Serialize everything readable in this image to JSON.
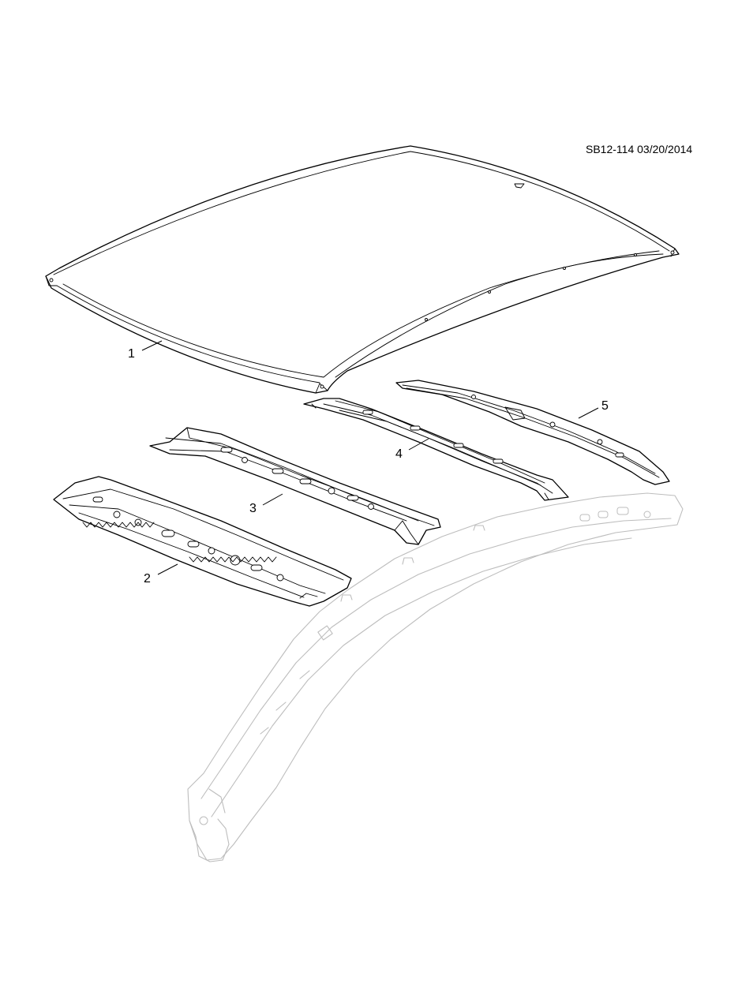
{
  "diagram": {
    "reference_id": "SB12-114 03/20/2014",
    "callouts": [
      {
        "id": "callout-1",
        "label": "1"
      },
      {
        "id": "callout-2",
        "label": "2"
      },
      {
        "id": "callout-3",
        "label": "3"
      },
      {
        "id": "callout-4",
        "label": "4"
      },
      {
        "id": "callout-5",
        "label": "5"
      }
    ],
    "colors": {
      "line": "#000000",
      "ghost_body_line": "#bdbdbd",
      "background": "#ffffff"
    }
  }
}
